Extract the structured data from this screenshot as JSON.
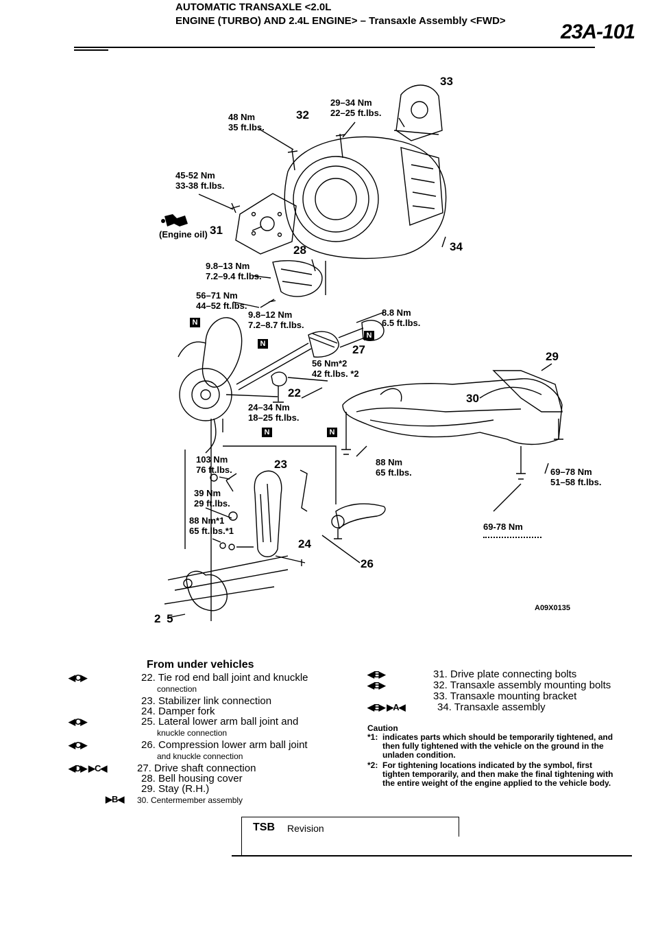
{
  "header": {
    "line1": "AUTOMATIC TRANSAXLE <2.0L",
    "line2": "ENGINE (TURBO) AND 2.4L ENGINE> – Transaxle Assembly <FWD>",
    "page_number": "23A-101"
  },
  "figure": {
    "figure_code": "A09X0135",
    "note_under": "From under vehicles",
    "engine_oil_label": "(Engine oil)",
    "torque_labels": {
      "t_48": "48 Nm\n35 ft.lbs.",
      "t_29_34": "29–34 Nm\n22–25 ft.lbs.",
      "t_45_52": "45-52 Nm\n33-38 ft.lbs.",
      "t_9_8_13": "9.8–13 Nm\n7.2–9.4 ft.lbs.",
      "t_56_71": "56–71 Nm\n44–52 ft.lbs.",
      "t_9_8_12": "9.8–12 Nm\n7.2–8.7 ft.lbs.",
      "t_8_8": "8.8 Nm\n6.5 ft.lbs.",
      "t_56": "56 Nm*2\n42 ft.lbs. *2",
      "t_24_34": "24–34 Nm\n18–25 ft.lbs.",
      "t_103": "103 Nm\n76 ft.lbs.",
      "t_39": "39 Nm\n29 ft.lbs.",
      "t_88_1": "88 Nm*1\n65 ft.lbs.*1",
      "t_88": "88 Nm\n65 ft.lbs.",
      "t_69_78a": "69–78 Nm\n51–58 ft.lbs.",
      "t_69_78b": "69-78 Nm"
    },
    "refs": {
      "r22": "22",
      "r23": "23",
      "r24": "24",
      "r25": "2 5",
      "r26": "26",
      "r27": "27",
      "r28": "28",
      "r29": "29",
      "r30": "30",
      "r31": "31",
      "r32": "32",
      "r33": "33",
      "r34": "34"
    },
    "n_mark": "N"
  },
  "legend_left": [
    {
      "marks": "◀C▶",
      "line1": "22. Tie rod end ball joint and knuckle",
      "line2": "connection"
    },
    {
      "marks": "",
      "line1": "23. Stabilizer link connection",
      "line2": ""
    },
    {
      "marks": "",
      "line1": "24. Damper fork",
      "line2": ""
    },
    {
      "marks": "◀C▶",
      "line1": "25. Lateral lower arm ball joint and",
      "line2": "knuckle connection"
    },
    {
      "marks": "◀C▶",
      "line1": "26. Compression lower arm ball joint",
      "line2": "and knuckle connection"
    },
    {
      "marks": "◀D▶ ▶C◀",
      "line1": "27. Drive shaft connection",
      "line2": ""
    },
    {
      "marks": "",
      "line1": "28. Bell housing cover",
      "line2": ""
    },
    {
      "marks": "",
      "line1": "29. Stay (R.H.)",
      "line2": ""
    },
    {
      "marks": "▶B◀",
      "line1": "30. Centermember assembly",
      "line2": ""
    }
  ],
  "legend_right": [
    {
      "marks": "◀E▶",
      "text": "31. Drive plate connecting bolts"
    },
    {
      "marks": "◀E▶",
      "text": "32. Transaxle assembly mounting bolts"
    },
    {
      "marks": "",
      "text": "33. Transaxle mounting bracket"
    },
    {
      "marks": "◀E▶ ▶A◀",
      "text": "34. Transaxle assembly"
    }
  ],
  "caution": {
    "title": "Caution",
    "n1_label": "*1:",
    "n1": "indicates parts which should be temporarily tightened, and then fully tightened with the vehicle on the ground in the unladen condition.",
    "n2_label": "*2:",
    "n2": "For tightening locations indicated by the symbol, first tighten temporarily, and then make the final tightening with the entire weight of the engine applied to the vehicle body."
  },
  "footer": {
    "tsb": "TSB",
    "revision": "Revision"
  }
}
